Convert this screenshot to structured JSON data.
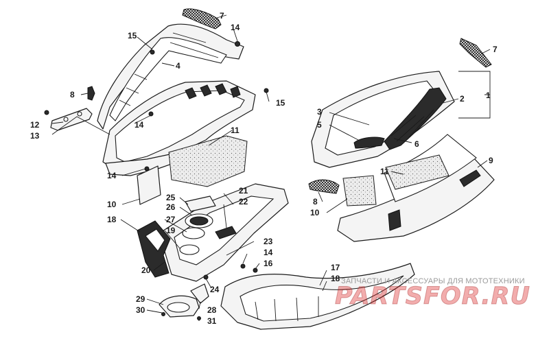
{
  "watermark": {
    "caption": "ЗАПЧАСТИ И АКСЕССУАРЫ ДЛЯ МОТОТЕХНИКИ",
    "logo": "PARTSFOR.RU"
  },
  "callouts": {
    "c1": "1",
    "c2": "2",
    "c3": "3",
    "c4": "4",
    "c5": "5",
    "c6": "6",
    "c7a": "7",
    "c7b": "7",
    "c8a": "8",
    "c8b": "8",
    "c9": "9",
    "c10a": "10",
    "c10b": "10",
    "c11a": "11",
    "c11b": "11",
    "c12": "12",
    "c13": "13",
    "c14a": "14",
    "c14b": "14",
    "c14c": "14",
    "c14d": "14",
    "c15a": "15",
    "c15b": "15",
    "c16": "16",
    "c17": "17",
    "c18a": "18",
    "c18b": "18",
    "c19": "19",
    "c20": "20",
    "c21": "21",
    "c22": "22",
    "c23": "23",
    "c24": "24",
    "c25": "25",
    "c26": "26",
    "c27": "27",
    "c28": "28",
    "c29": "29",
    "c30": "30",
    "c31": "31"
  }
}
